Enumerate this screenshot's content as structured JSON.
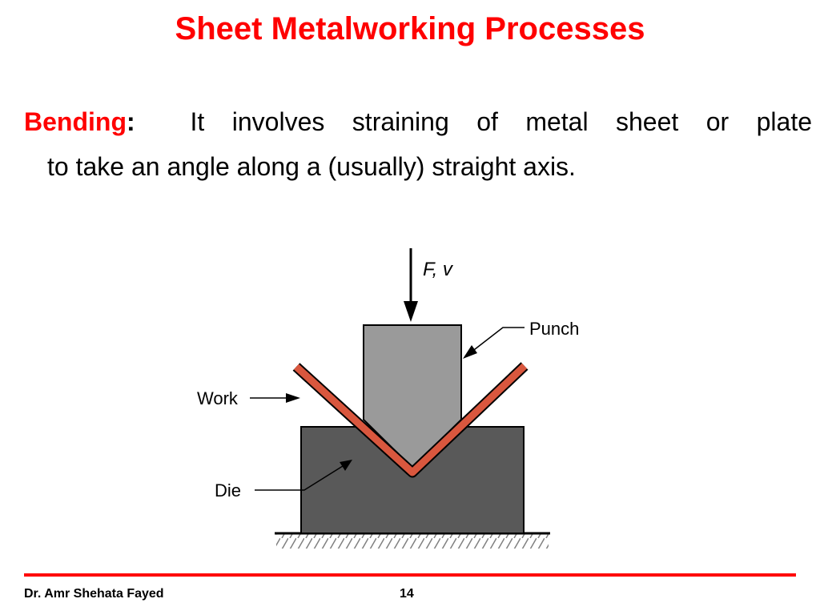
{
  "slide": {
    "title": "Sheet Metalworking Processes",
    "term": "Bending",
    "colon": ":",
    "definition_line1": "It involves straining of metal sheet or plate",
    "definition_line2": "to take an angle along a (usually) straight axis."
  },
  "diagram": {
    "labels": {
      "force": "F, v",
      "punch": "Punch",
      "work": "Work",
      "die": "Die"
    },
    "colors": {
      "punch": "#9a9a9a",
      "die": "#595959",
      "work": "#d9573e",
      "outline": "#000000"
    }
  },
  "footer": {
    "author": "Dr. Amr Shehata Fayed",
    "page": "14",
    "rule_color": "#ff0000"
  }
}
